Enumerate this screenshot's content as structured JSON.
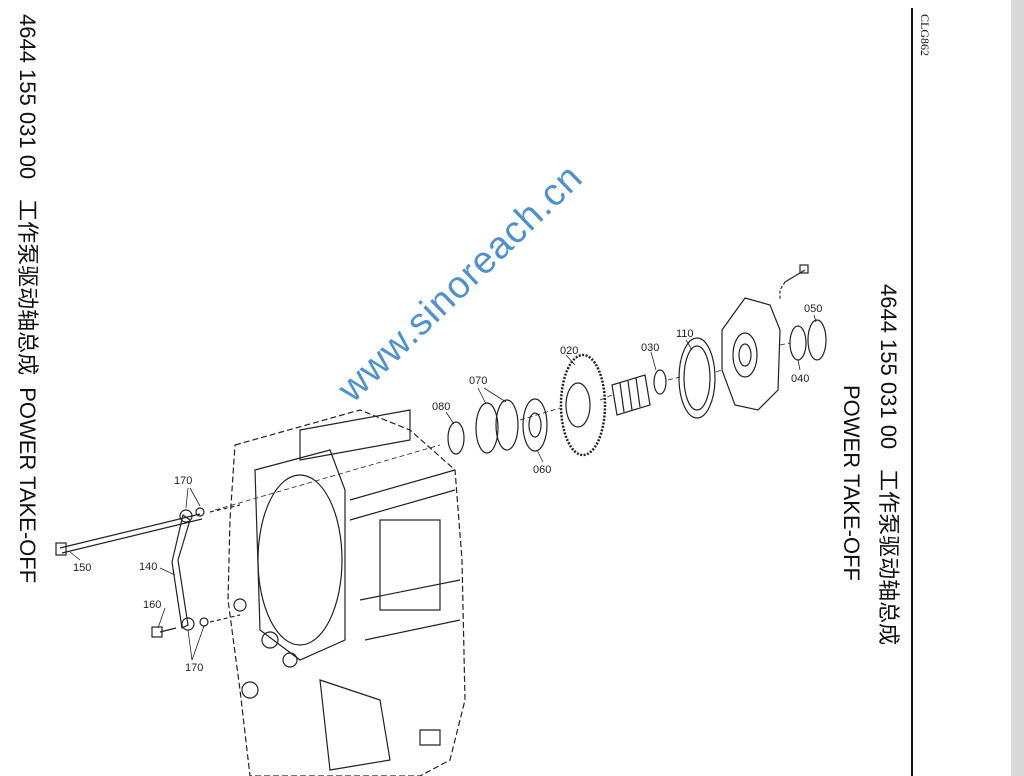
{
  "document_code": "CLG862",
  "part_number": "4644 155 031 00",
  "title_cn": "工作泵驱动轴总成",
  "title_en": "POWER TAKE-OFF",
  "watermark": "www.sinoreach.cn",
  "callouts": [
    "170",
    "150",
    "140",
    "160",
    "170",
    "080",
    "070",
    "060",
    "020",
    "030",
    "110",
    "050",
    "040"
  ],
  "colors": {
    "watermark": "#2f7fc4",
    "page_bg": "#ffffff",
    "strip": "#d9d9d9"
  }
}
